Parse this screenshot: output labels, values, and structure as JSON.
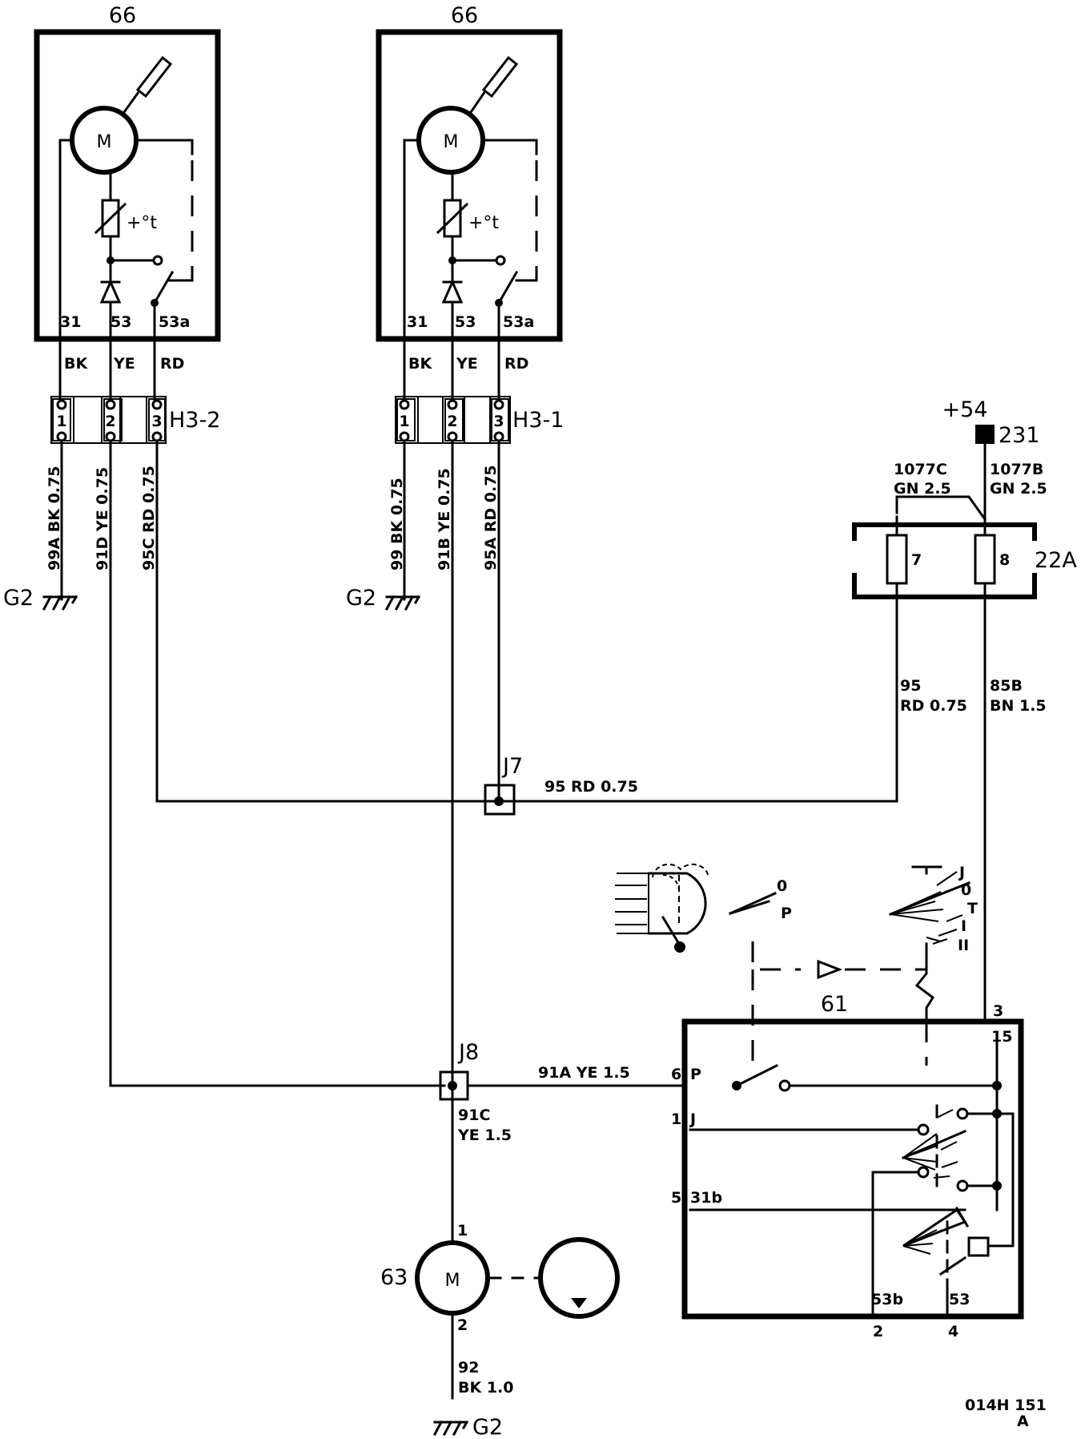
{
  "motors": {
    "left": {
      "id": "66",
      "symbol": "M",
      "thermo": "+°t",
      "pins": [
        "31",
        "53",
        "53a"
      ],
      "colors": [
        "BK",
        "YE",
        "RD"
      ]
    },
    "right": {
      "id": "66",
      "symbol": "M",
      "thermo": "+°t",
      "pins": [
        "31",
        "53",
        "53a"
      ],
      "colors": [
        "BK",
        "YE",
        "RD"
      ]
    }
  },
  "connectors": {
    "h32": {
      "label": "H3-2",
      "pins": [
        "1",
        "2",
        "3"
      ]
    },
    "h31": {
      "label": "H3-1",
      "pins": [
        "1",
        "2",
        "3"
      ]
    }
  },
  "wires": {
    "w99a": "99A BK 0.75",
    "w91d": "91D YE 0.75",
    "w95c": "95C RD 0.75",
    "w99": "99 BK 0.75",
    "w91b": "91B YE 0.75",
    "w95a": "95A RD 0.75",
    "w95_id": "95",
    "w95_spec": "RD 0.75",
    "w85b_id": "85B",
    "w85b_spec": "BN 1.5",
    "w95h": "95 RD 0.75",
    "w91a": "91A YE 1.5",
    "w91c_id": "91C",
    "w91c_spec": "YE 1.5",
    "w92_id": "92",
    "w92_spec": "BK 1.0",
    "w1077c_id": "1077C",
    "w1077c_spec": "GN 2.5",
    "w1077b_id": "1077B",
    "w1077b_spec": "GN 2.5"
  },
  "grounds": {
    "g_left": "G2",
    "g_mid": "G2",
    "g_bottom": "G2"
  },
  "supply": {
    "voltage": "+54",
    "terminal": "231"
  },
  "fusebox": {
    "label": "22A",
    "fuse_a": "7",
    "fuse_b": "8"
  },
  "junctions": {
    "j7": "J7",
    "j8": "J8"
  },
  "switch61": {
    "id": "61",
    "pin_top_num": "3",
    "pin_top_name": "15",
    "pin_p_num": "6",
    "pin_p_name": "P",
    "pin_j_num": "1",
    "pin_j_name": "J",
    "pin_31b_num": "5",
    "pin_31b_name": "31b",
    "pin_53b_name": "53b",
    "pin_53b_num": "2",
    "pin_53_name": "53",
    "pin_53_num": "4"
  },
  "lamp_switch": {
    "pos_0": "0",
    "pos_p": "P"
  },
  "lever": {
    "pos_j": "J",
    "pos_0": "0",
    "pos_t": "T",
    "pos_i": "I",
    "pos_ii": "II"
  },
  "washer": {
    "id": "63",
    "symbol": "M",
    "pin1": "1",
    "pin2": "2"
  },
  "ref": {
    "code": "014H 151",
    "rev": "A"
  }
}
